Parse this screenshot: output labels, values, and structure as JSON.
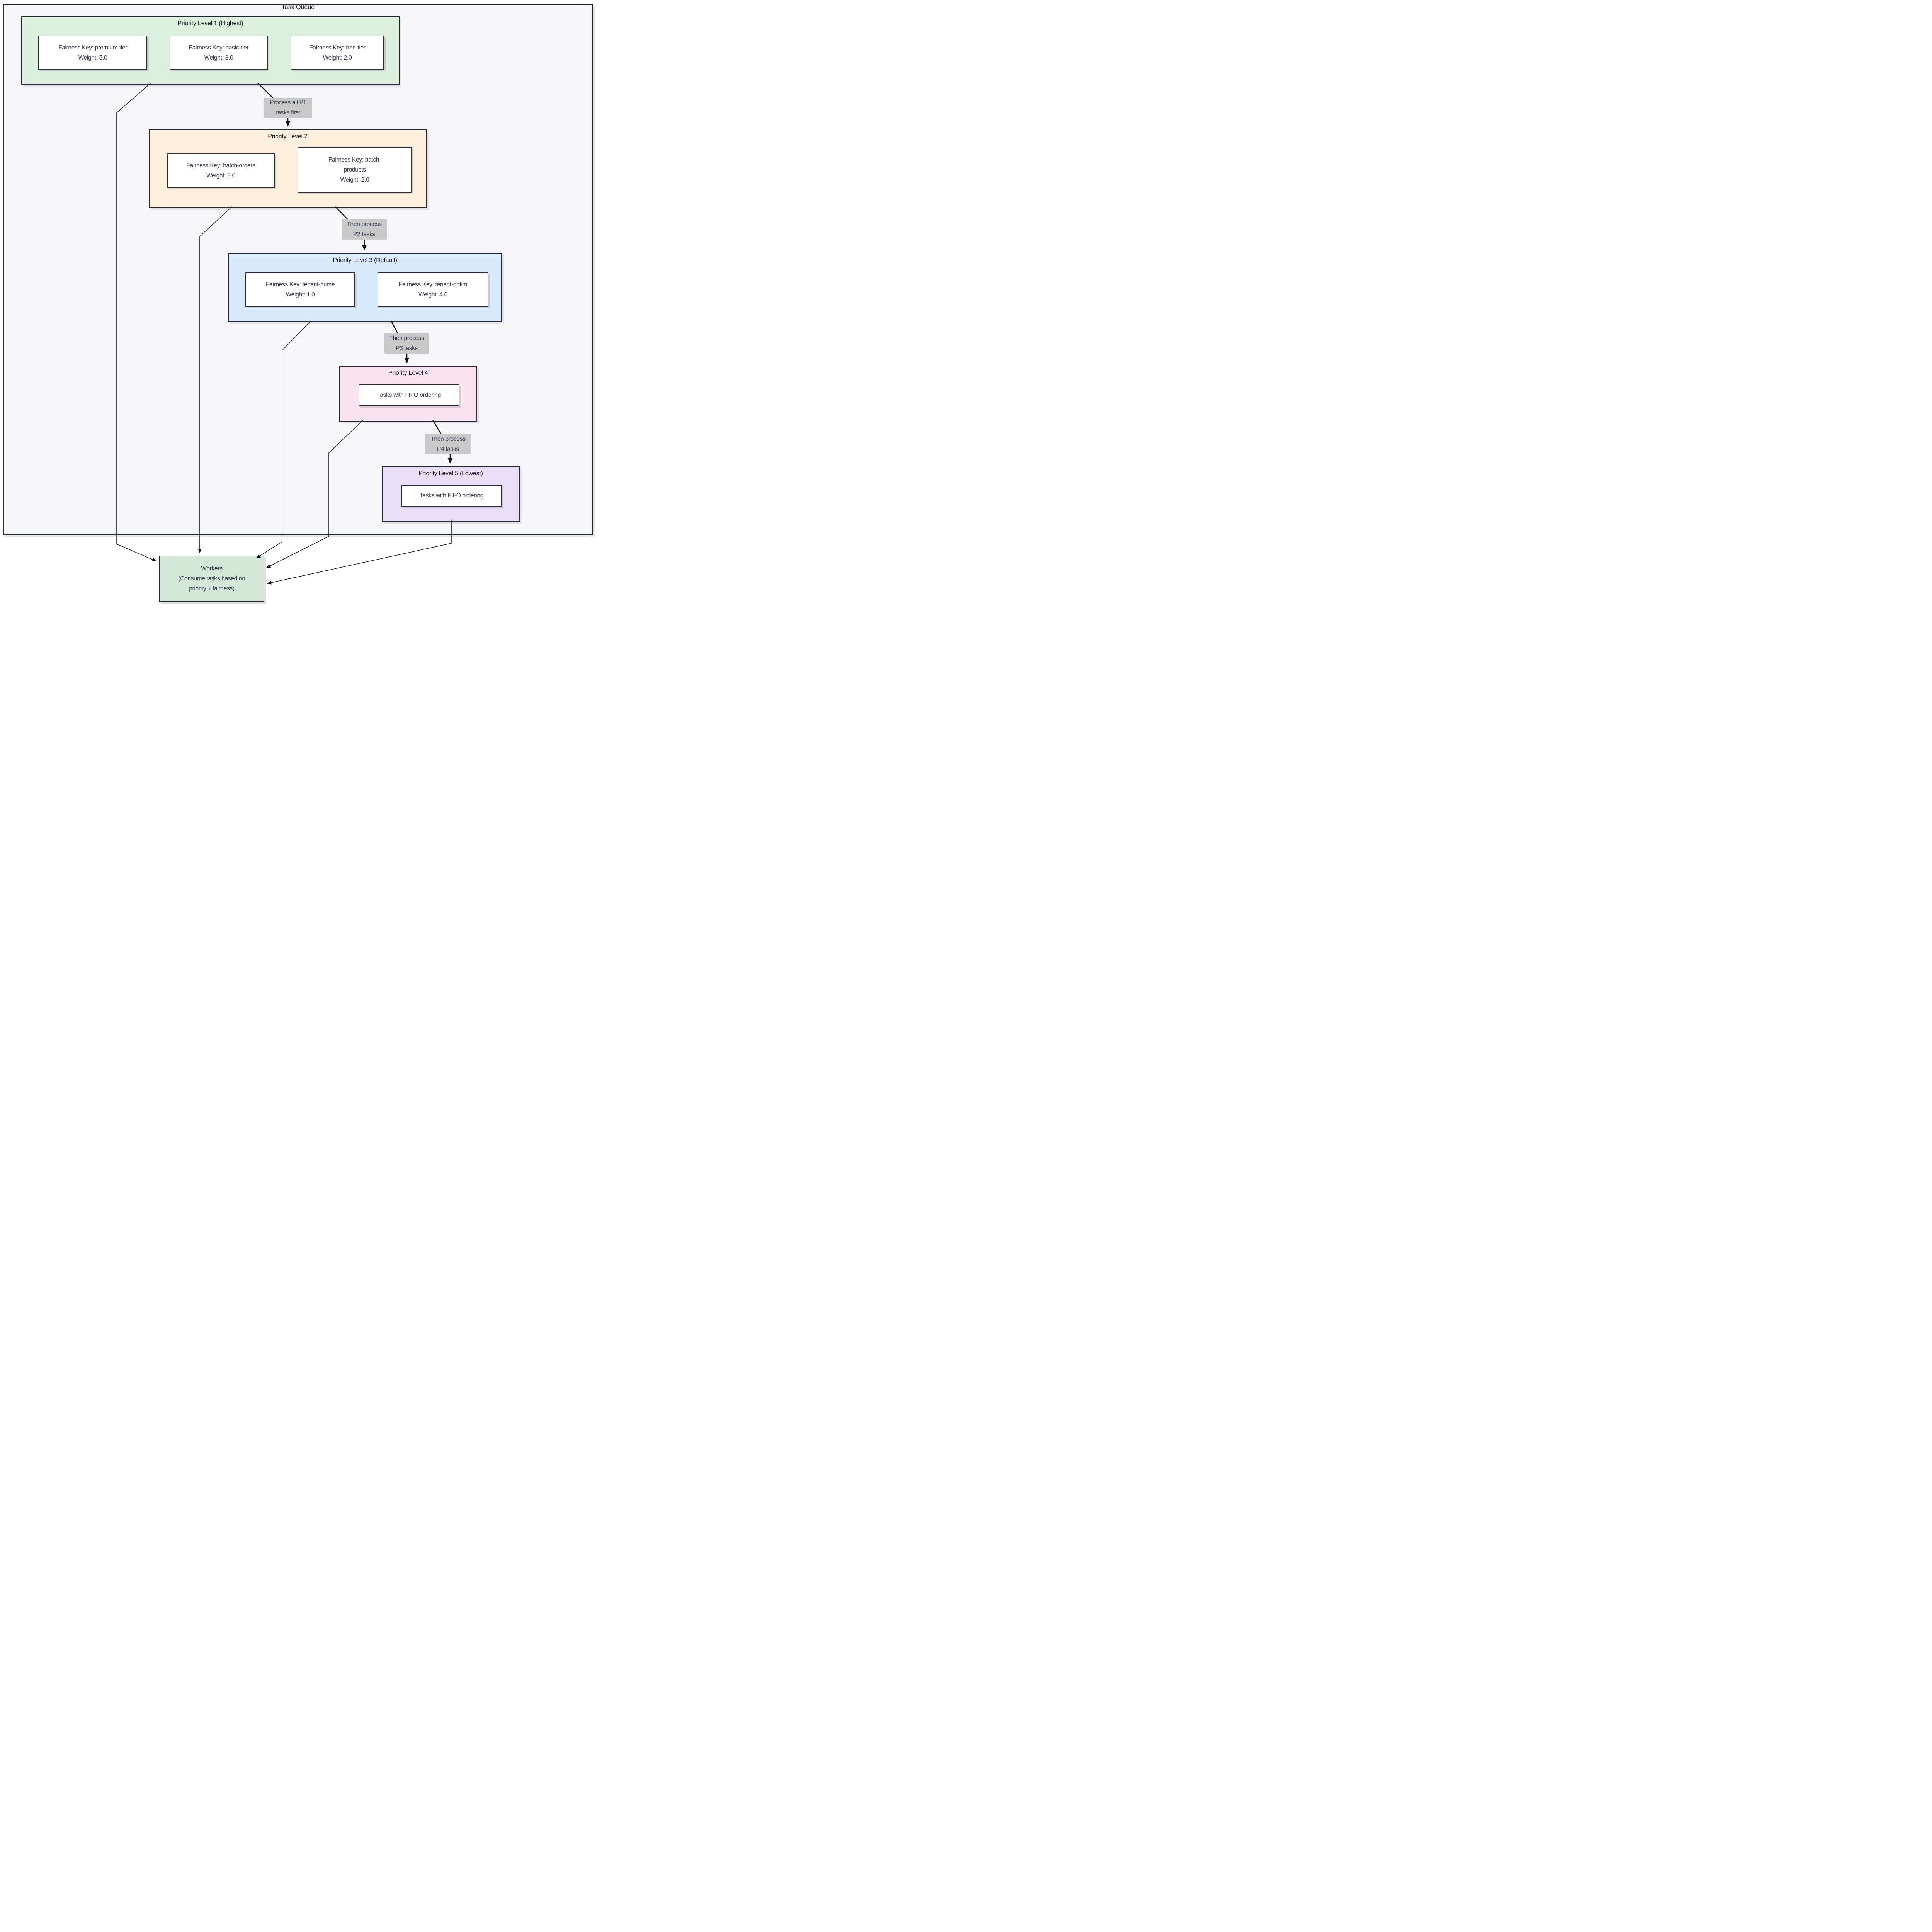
{
  "diagram": {
    "title": "Task Queue",
    "colors": {
      "page_bg": "#ffffff",
      "container_bg": "#f7f7f9",
      "container_border": "#26263a",
      "node_bg": "#ffffff",
      "node_border": "#2c2c3c",
      "arrow": "#0d0d12",
      "edge_label_bg": "#c9c9c9",
      "text": "#34344e",
      "title_text": "#15151f"
    },
    "levels": [
      {
        "title": "Priority Level 1 (Highest)",
        "fill": "#ddefdd",
        "nodes": [
          [
            "Fairness Key: premium-tier",
            "Weight: 5.0"
          ],
          [
            "Fairness Key: basic-tier",
            "Weight: 3.0"
          ],
          [
            "Fairness Key: free-tier",
            "Weight: 2.0"
          ]
        ]
      },
      {
        "title": "Priority Level 2",
        "fill": "#fcf0dd",
        "nodes": [
          [
            "Fairness Key: batch-orders",
            "Weight: 3.0"
          ],
          [
            "Fairness Key: batch-",
            "products",
            "Weight: 2.0"
          ]
        ]
      },
      {
        "title": "Priority Level 3 (Default)",
        "fill": "#d9eafc",
        "nodes": [
          [
            "Fairness Key: tenant-prime",
            "Weight: 1.0"
          ],
          [
            "Fairness Key: tenant-optim",
            "Weight: 4.0"
          ]
        ]
      },
      {
        "title": "Priority Level 4",
        "fill": "#fce3f0",
        "nodes": [
          [
            "Tasks with FIFO ordering"
          ]
        ]
      },
      {
        "title": "Priority Level 5 (Lowest)",
        "fill": "#e9def6",
        "nodes": [
          [
            "Tasks with FIFO ordering"
          ]
        ]
      }
    ],
    "edge_labels": [
      [
        "Process all P1",
        "tasks first"
      ],
      [
        "Then process",
        "P2 tasks"
      ],
      [
        "Then process",
        "P3 tasks"
      ],
      [
        "Then process",
        "P4 tasks"
      ]
    ],
    "workers": {
      "fill": "#d3e8d7",
      "lines": [
        "Workers",
        "(Consume tasks based on",
        "priority + fairness)"
      ]
    }
  }
}
